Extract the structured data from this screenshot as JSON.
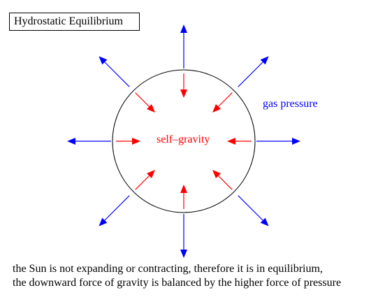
{
  "title": "Hydrostatic Equilibrium",
  "labels": {
    "gas_pressure": "gas pressure",
    "self_gravity": "self–gravity"
  },
  "caption": {
    "line1": "the Sun is not expanding or contracting, therefore it is in equilibrium,",
    "line2": "the downward force of gravity is balanced by the higher force of pressure"
  },
  "colors": {
    "pressure": "#0000ff",
    "gravity": "#ff0000",
    "outline": "#000000"
  }
}
